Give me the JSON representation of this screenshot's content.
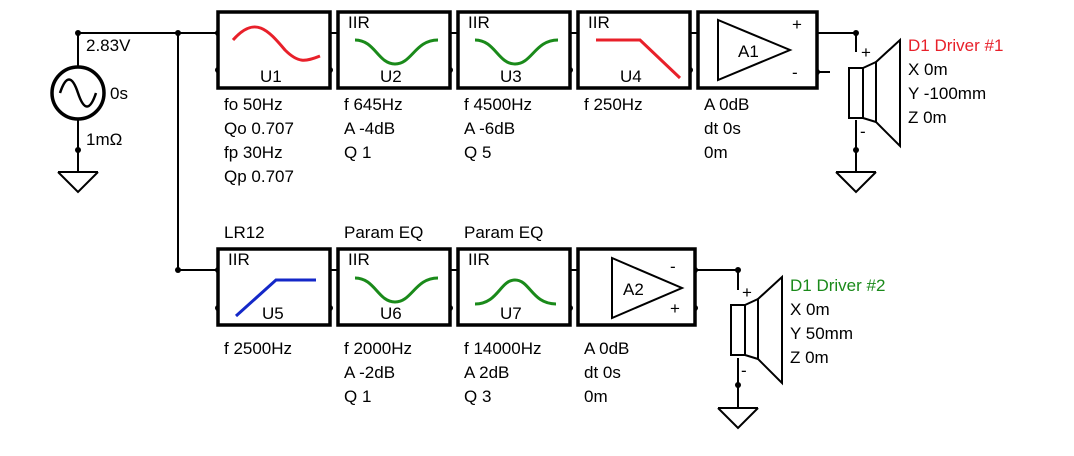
{
  "source": {
    "voltage": "2.83V",
    "delay": "0s",
    "impedance": "1mΩ"
  },
  "path1": {
    "blocks": [
      {
        "id": "U1",
        "header": "",
        "curve": "highpass-peak",
        "color": "#e8202a",
        "params": [
          "fo   50Hz",
          "Qo 0.707",
          "fp   30Hz",
          "Qp 0.707"
        ]
      },
      {
        "id": "U2",
        "header": "IIR",
        "curve": "notch",
        "color": "#1a8a1a",
        "params": [
          "f    645Hz",
          "A  -4dB",
          "Q  1"
        ]
      },
      {
        "id": "U3",
        "header": "IIR",
        "curve": "notch",
        "color": "#1a8a1a",
        "params": [
          "f    4500Hz",
          "A  -6dB",
          "Q  5"
        ]
      },
      {
        "id": "U4",
        "header": "IIR",
        "curve": "lowpass",
        "color": "#e8202a",
        "params": [
          "f   250Hz"
        ]
      }
    ],
    "amp": {
      "id": "A1",
      "params": [
        "A  0dB",
        "dt 0s",
        "     0m"
      ]
    },
    "driver": {
      "title": "D1 Driver #1",
      "color": "#e8202a",
      "x": "X 0m",
      "y": "Y -100mm",
      "z": "Z 0m"
    }
  },
  "path2": {
    "blocks": [
      {
        "id": "U5",
        "label": "LR12",
        "header": "IIR",
        "curve": "highpass",
        "color": "#1428c8",
        "params": [
          "f   2500Hz"
        ]
      },
      {
        "id": "U6",
        "label": "Param EQ",
        "header": "IIR",
        "curve": "notch",
        "color": "#1a8a1a",
        "params": [
          "f    2000Hz",
          "A  -2dB",
          "Q  1"
        ]
      },
      {
        "id": "U7",
        "label": "Param EQ",
        "header": "IIR",
        "curve": "peak",
        "color": "#1a8a1a",
        "params": [
          "f    14000Hz",
          "A  2dB",
          "Q  3"
        ]
      }
    ],
    "amp": {
      "id": "A2",
      "params": [
        "A  0dB",
        "dt 0s",
        "     0m"
      ]
    },
    "driver": {
      "title": "D1 Driver #2",
      "color": "#1a8a1a",
      "x": "X 0m",
      "y": "Y 50mm",
      "z": "Z 0m"
    }
  },
  "signs": {
    "plus": "+",
    "minus": "-"
  }
}
